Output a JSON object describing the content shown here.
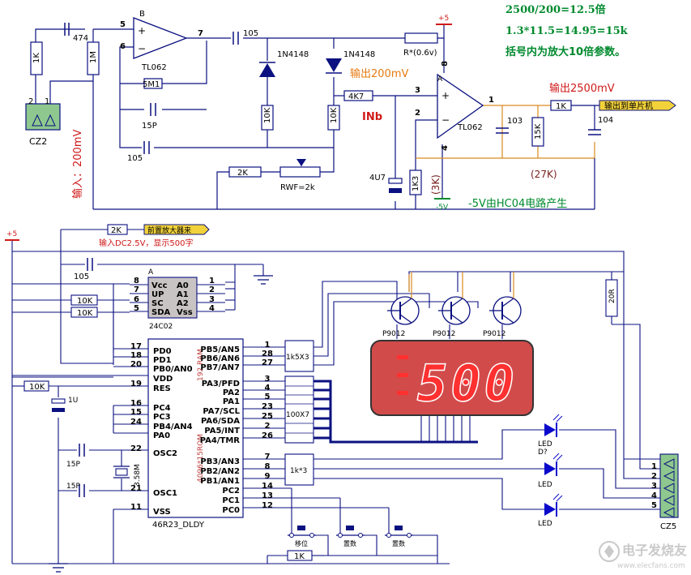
{
  "notes": {
    "line1": "2500/200=12.5倍",
    "line2": "1.3*11.5=14.95=15k",
    "line3": "括号内为放大10倍参数。"
  },
  "colors": {
    "wire_blue": "#0b1180",
    "wire_brown": "#7a2020",
    "wire_orange": "#d98a1e",
    "label_red": "#d01818",
    "label_orange": "#e57a10",
    "label_green": "#008a2e",
    "pin_number": "#000000",
    "chip_fill": "#c9c4c4",
    "display_bg": "#d24b4b",
    "segment": "#ff3030",
    "led": "#0a0acc",
    "connector": "#8ec88e"
  },
  "top_circuit": {
    "cz2": "CZ2",
    "cz2_pins": [
      "2",
      "1"
    ],
    "res_1k": "1K",
    "res_1m": "1M",
    "cap_474": "474",
    "opamp_b": {
      "name": "B",
      "part": "TL062",
      "pin_plus": "5",
      "pin_minus": "6",
      "pin_out": "7"
    },
    "res_5m1": "5M1",
    "cap_15p": "15P",
    "cap_105_a": "105",
    "cap_105_b": "105",
    "diode1": "1N4148",
    "diode2": "1N4148",
    "res_10k_a": "10K",
    "res_10k_b": "10K",
    "res_2k": "2K",
    "rwf": "RWF=2k",
    "res_4k7": "4K7",
    "inb": "INb",
    "out_200": "输出200mV",
    "in_200": "输入：200mV",
    "rstar": "R*(0.6v)",
    "plus5": "+5",
    "opamp_a": {
      "name": "A",
      "part": "TL062",
      "pin_plus": "3",
      "pin_minus": "2",
      "pin_out": "1",
      "pin_v": "8",
      "pin_g": "4"
    },
    "cap_4u7": "4U7",
    "res_1k3": "1K3",
    "res_3k": "(3K)",
    "minus5": "-5V",
    "minus5_note": "-5V由HC04电路产生",
    "cap_103": "103",
    "res_15k": "15K",
    "res_27k": "(27K)",
    "res_1k_out": "1K",
    "cap_104": "104",
    "out_2500": "输出2500mV",
    "to_mcu": "输出到单片机"
  },
  "bottom_circuit": {
    "res_2k": "2K",
    "preamp_tag": "前置放大器来",
    "input_note": "输入DC2.5V，显示500字",
    "plus5": "+5",
    "cap_105": "105",
    "eeprom": {
      "tag": "A",
      "part": "24C02",
      "left_pins": [
        {
          "num": "8",
          "name": "Vcc"
        },
        {
          "num": "7",
          "name": "UP"
        },
        {
          "num": "6",
          "name": "SC"
        },
        {
          "num": "5",
          "name": "SDA"
        }
      ],
      "right_pins": [
        {
          "num": "1",
          "name": "A0"
        },
        {
          "num": "2",
          "name": "A1"
        },
        {
          "num": "3",
          "name": "A2"
        },
        {
          "num": "4",
          "name": "Vss"
        }
      ]
    },
    "res_10k_a": "10K",
    "res_10k_b": "10K",
    "res_10k_c": "10K",
    "cap_1u": "1U",
    "cap_15p_a": "15P",
    "cap_15p_b": "15P",
    "crystal": "3.58M",
    "mcu": {
      "part": "46R23_DLDY",
      "ram": "192 RAM",
      "rom": "4096*15ROM",
      "left_pins": [
        {
          "num": "17",
          "name": "PD0"
        },
        {
          "num": "18",
          "name": "PD1"
        },
        {
          "num": "20",
          "name": "PB0/AN0"
        },
        {
          "num": "",
          "name": "VDD"
        },
        {
          "num": "19",
          "name": "RES"
        },
        {
          "num": "16",
          "name": "PC4"
        },
        {
          "num": "15",
          "name": "PC3"
        },
        {
          "num": "24",
          "name": "PB4/AN4"
        },
        {
          "num": "",
          "name": "PA0"
        },
        {
          "num": "22",
          "name": "OSC2"
        },
        {
          "num": "21",
          "name": "OSC1"
        },
        {
          "num": "11",
          "name": "VSS"
        }
      ],
      "right_pins": [
        {
          "num": "1",
          "name": "PB5/AN5"
        },
        {
          "num": "28",
          "name": "PB6/AN6"
        },
        {
          "num": "27",
          "name": "PB7/AN7"
        },
        {
          "num": "3",
          "name": "PA3/PFD"
        },
        {
          "num": "4",
          "name": "PA2"
        },
        {
          "num": "5",
          "name": "PA1"
        },
        {
          "num": "23",
          "name": "PA7/SCL"
        },
        {
          "num": "25",
          "name": "PA6/SDA"
        },
        {
          "num": "2",
          "name": "PA5/INT"
        },
        {
          "num": "26",
          "name": "PA4/TMR"
        },
        {
          "num": "7",
          "name": "PB3/AN3"
        },
        {
          "num": "8",
          "name": "PB2/AN2"
        },
        {
          "num": "9",
          "name": "PB1/AN1"
        },
        {
          "num": "14",
          "name": "PC2"
        },
        {
          "num": "13",
          "name": "PC1"
        },
        {
          "num": "12",
          "name": "PC0"
        }
      ]
    },
    "res_1k5x3": "1k5X3",
    "res_100x7": "100X7",
    "res_1kx3": "1k*3",
    "res_20r": "20R",
    "transistors": [
      "P9012",
      "P9012",
      "P9012"
    ],
    "display_value": "500",
    "leds": [
      "LED",
      "LED",
      "LED"
    ],
    "led1_ref": "D?",
    "cz5": "CZ5",
    "cz5_pins": [
      "1",
      "2",
      "3",
      "4",
      "5"
    ],
    "buttons": [
      "移位",
      "置数",
      "置数"
    ],
    "res_1k": "1K"
  },
  "watermark": "电子发烧友",
  "watermark_url": "www.elecfans.com"
}
